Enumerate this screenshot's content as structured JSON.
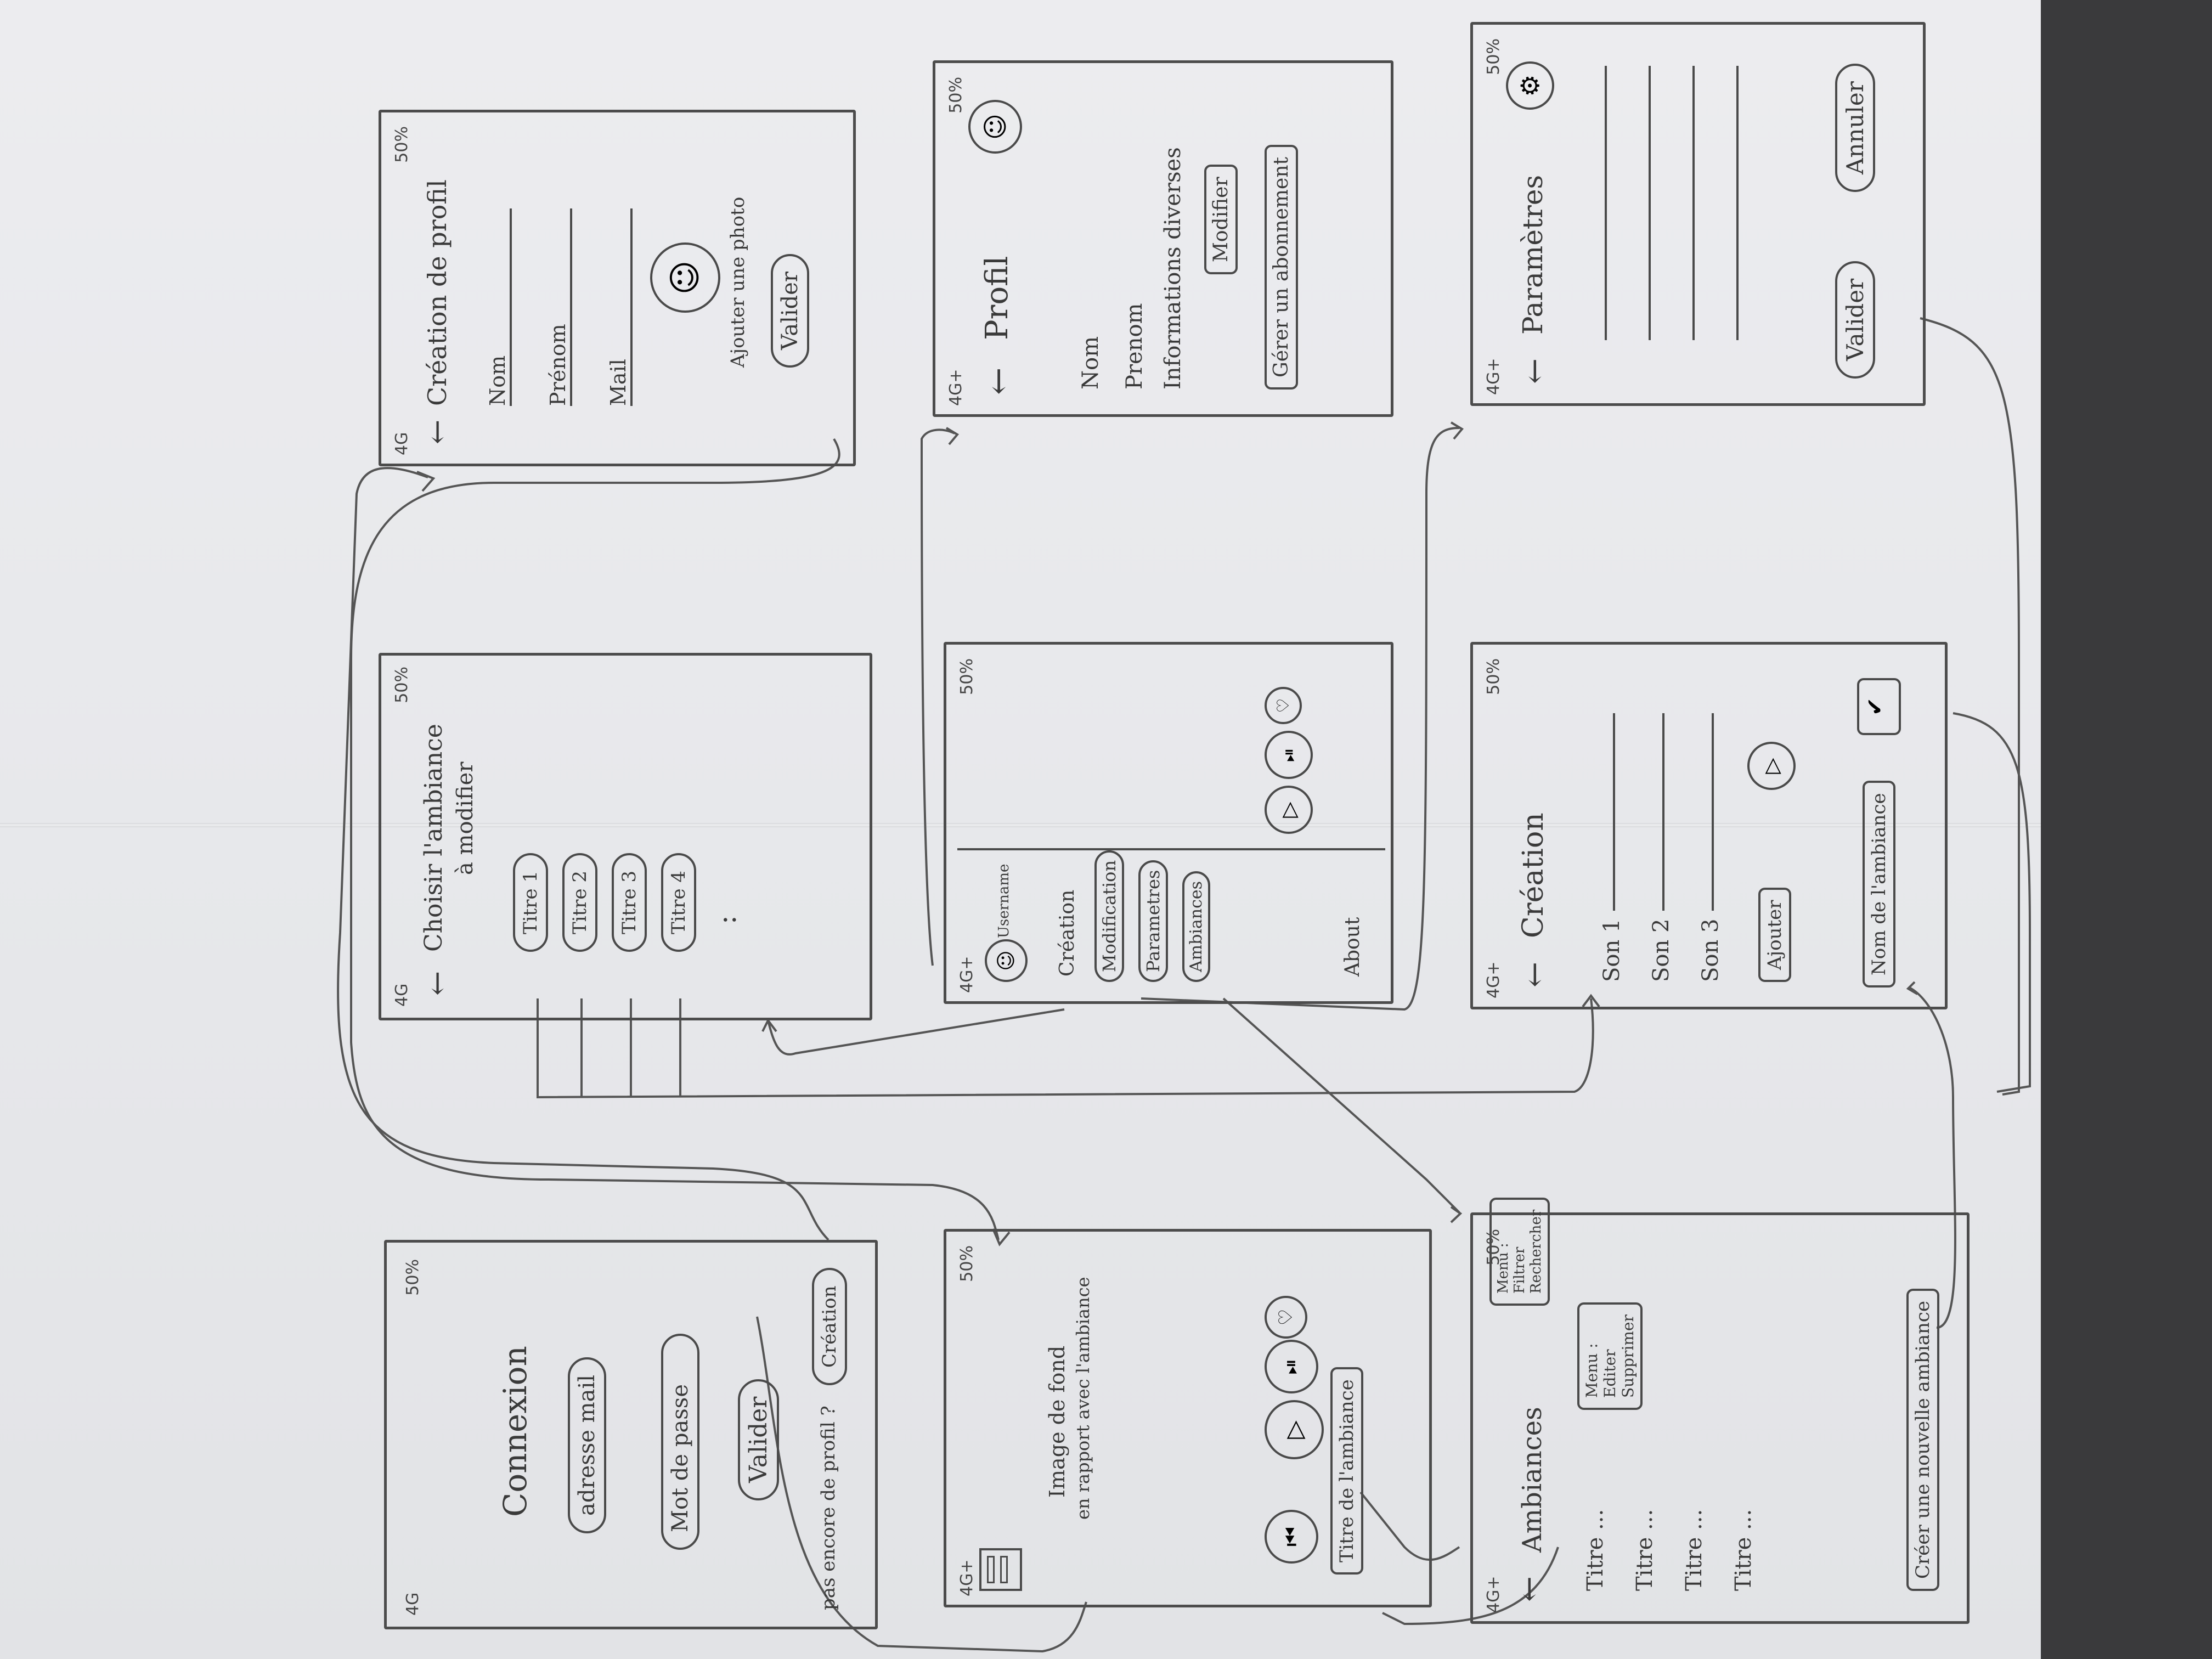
{
  "status": {
    "net": "4G",
    "net_plus": "4G+",
    "battery": "50%"
  },
  "connexion": {
    "title": "Connexion",
    "email_placeholder": "adresse mail",
    "password_placeholder": "Mot de passe",
    "submit": "Valider",
    "no_profile": "pas encore de profil ?",
    "create": "Création"
  },
  "profile_creation": {
    "title": "Création de profil",
    "name": "Nom",
    "firstname": "Prénom",
    "mail": "Mail",
    "add_photo": "Ajouter une photo",
    "submit": "Valider"
  },
  "choose_ambiance": {
    "title_line1": "Choisir l'ambiance",
    "title_line2": "à modifier",
    "items": [
      "Titre 1",
      "Titre 2",
      "Titre 3",
      "Titre 4"
    ],
    "more": ":"
  },
  "profil": {
    "title": "Profil",
    "name": "Nom",
    "firstname": "Prenom",
    "info": "Informations diverses",
    "edit": "Modifier",
    "subscription": "Gérer un abonnement"
  },
  "player": {
    "bg_text_line1": "Image de fond",
    "bg_text_line2": "en rapport avec l'ambiance",
    "track_title": "Titre de l'ambiance"
  },
  "drawer": {
    "username": "Username",
    "items": [
      "Création",
      "Modification",
      "Parametres",
      "Ambiances"
    ],
    "about": "About"
  },
  "settings": {
    "title": "Paramètres",
    "submit": "Valider",
    "cancel": "Annuler"
  },
  "creation": {
    "title": "Création",
    "sounds": [
      "Son 1",
      "Son 2",
      "Son 3"
    ],
    "add": "Ajouter",
    "ambiance_name": "Nom de l'ambiance"
  },
  "ambiances": {
    "title": "Ambiances",
    "items": [
      "Titre ...",
      "Titre ...",
      "Titre ...",
      "Titre ..."
    ],
    "new": "Créer une nouvelle ambiance",
    "menu_edit_title": "Menu :",
    "menu_edit_items": [
      "Editer",
      "Supprimer"
    ],
    "menu_fav_title": "Menu :",
    "menu_fav_items": [
      "Filtrer",
      "Rechercher"
    ]
  }
}
